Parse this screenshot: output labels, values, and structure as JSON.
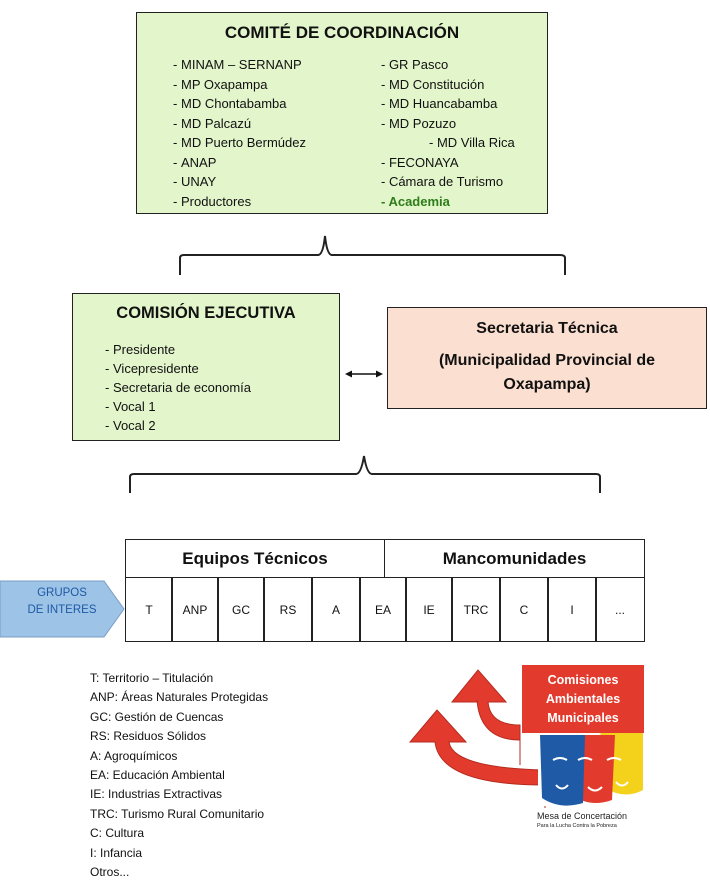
{
  "comite": {
    "title": "COMITÉ DE COORDINACIÓN",
    "left_items": [
      "MINAM – SERNANP",
      "MP Oxapampa",
      "MD Chontabamba",
      "MD Palcazú",
      "MD Puerto Bermúdez",
      "ANAP",
      "UNAY",
      "Productores"
    ],
    "right_items": [
      "- GR Pasco",
      "- MD Constitución",
      "- MD Huancabamba",
      "- MD Pozuzo",
      "- MD Villa Rica",
      "- FECONAYA",
      "- Cámara de Turismo",
      "- Academia"
    ]
  },
  "ejecutiva": {
    "title": "COMISIÓN EJECUTIVA",
    "items": [
      "Presidente",
      "Vicepresidente",
      "Secretaria de economía",
      "Vocal 1",
      "Vocal 2"
    ]
  },
  "secretaria": {
    "line1": "Secretaria Técnica",
    "line2": "(Municipalidad Provincial de",
    "line3": "Oxapampa)"
  },
  "table": {
    "equipos_header": "Equipos Técnicos",
    "mancom_header": "Mancomunidades",
    "cells": [
      "T",
      "ANP",
      "GC",
      "RS",
      "A",
      "EA",
      "IE",
      "TRC",
      "C",
      "I",
      "..."
    ]
  },
  "grupos": {
    "line1": "GRUPOS",
    "line2": "DE INTERES"
  },
  "legend": [
    "T: Territorio – Titulación",
    "ANP: Áreas Naturales Protegidas",
    "GC: Gestión de Cuencas",
    "RS: Residuos Sólidos",
    "A: Agroquímicos",
    "EA: Educación Ambiental",
    "IE: Industrias Extractivas",
    "TRC: Turismo Rural Comunitario",
    "C: Cultura",
    "I: Infancia",
    "Otros..."
  ],
  "comisiones": {
    "line1": "Comisiones",
    "line2": "Ambientales",
    "line3": "Municipales"
  },
  "mesa": {
    "line1": "Mesa de Concertación",
    "line2": "Para la Lucha Contra la Pobreza"
  },
  "colors": {
    "green_box": "#e3f5cb",
    "peach_box": "#fbdfd1",
    "blue_tag": "#9dc3e6",
    "red": "#e23b2e"
  }
}
